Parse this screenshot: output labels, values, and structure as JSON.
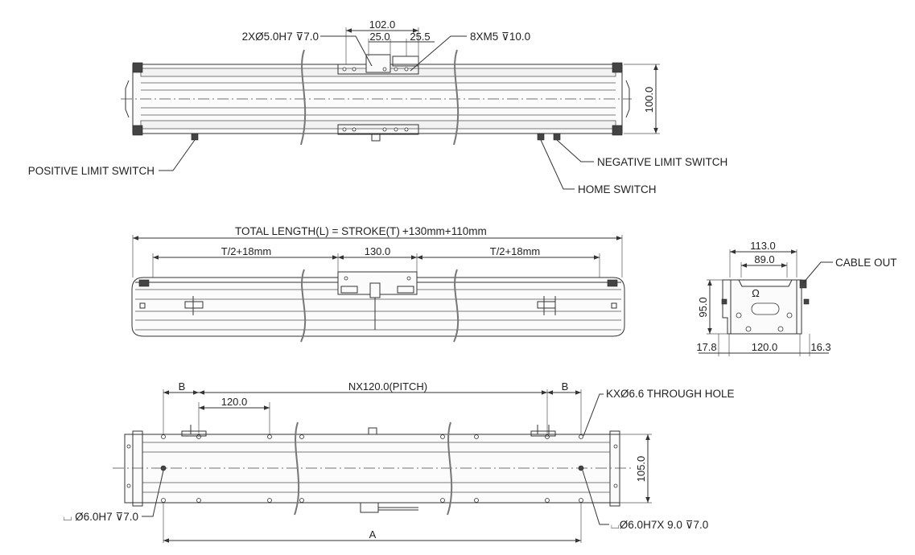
{
  "top_view": {
    "dim_102": "102.0",
    "dim_25_0": "25.0",
    "dim_25_5": "25.5",
    "dim_100": "100.0",
    "callout_dowel": "2XØ5.0H7 ⊽7.0",
    "callout_tap": "8XM5 ⊽10.0",
    "positive_limit": "POSITIVE LIMIT SWITCH",
    "negative_limit": "NEGATIVE LIMIT SWITCH",
    "home_switch": "HOME SWITCH"
  },
  "side_view": {
    "total_length": "TOTAL LENGTH(L) = STROKE(T)",
    "total_length_suffix": "+130mm+110mm",
    "half_left": "T/2+18mm",
    "carriage": "130.0",
    "half_right": "T/2+18mm"
  },
  "end_view": {
    "dim_113": "113.0",
    "dim_89": "89.0",
    "dim_95": "95.0",
    "dim_17_8": "17.8",
    "dim_120": "120.0",
    "dim_16_3": "16.3",
    "cable_out": "CABLE OUT"
  },
  "bottom_view": {
    "b_left": "B",
    "pitch": "NX120.0(PITCH)",
    "b_right": "B",
    "dim_120": "120.0",
    "through_hole": "KXØ6.6 THROUGH HOLE",
    "dim_105": "105.0",
    "dowel_left": "⌴ Ø6.0H7 ⊽7.0",
    "dowel_right": "⌴Ø6.0H7X 9.0 ⊽7.0",
    "dim_a": "A"
  }
}
